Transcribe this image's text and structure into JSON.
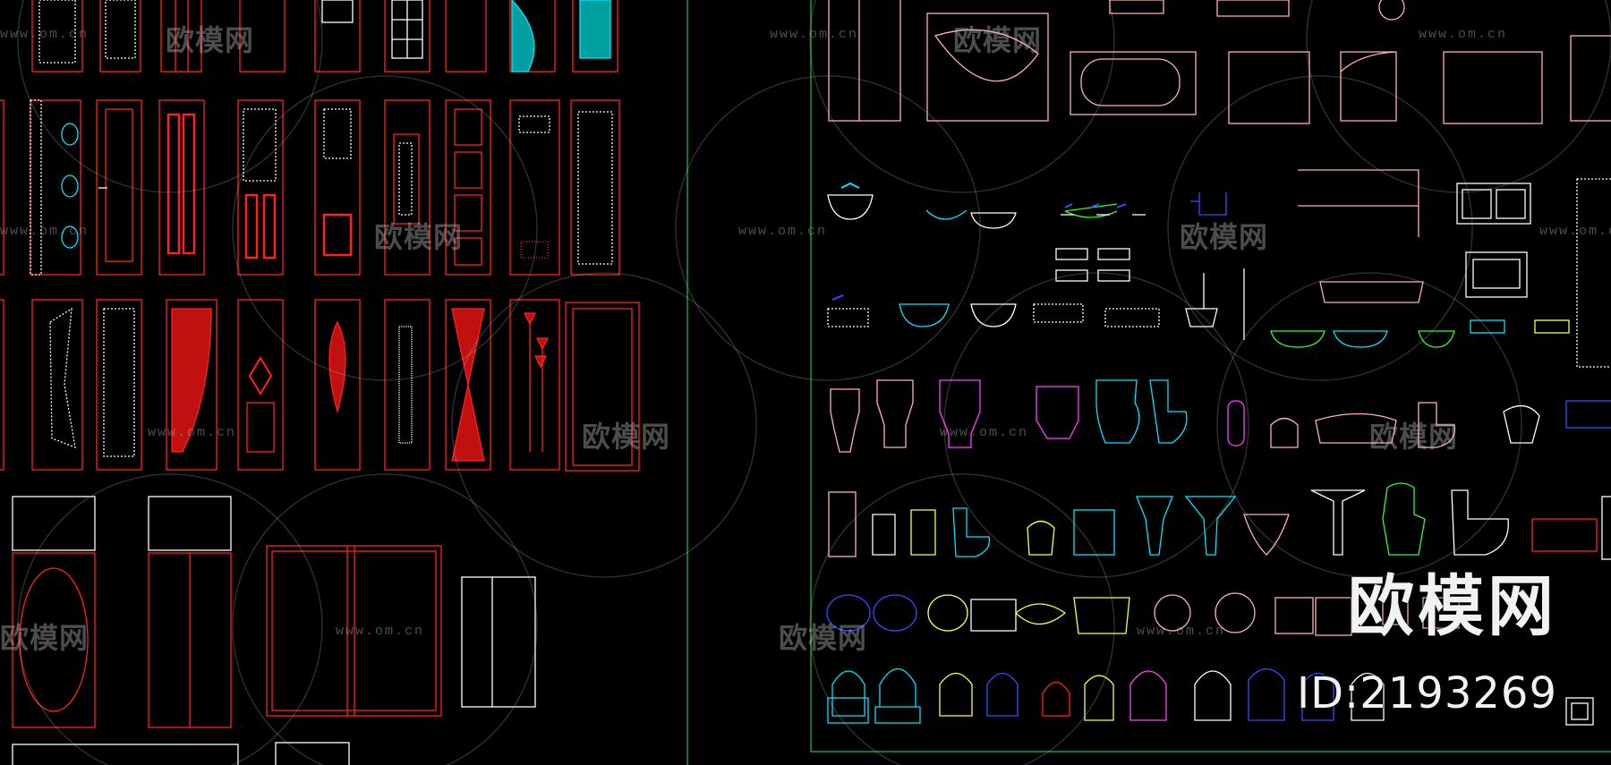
{
  "canvas": {
    "background": "#000000",
    "colors": {
      "red": "#ff2020",
      "white": "#ffffff",
      "cyan": "#00e5ff",
      "magenta": "#ff40ff",
      "yellow": "#ffff40",
      "green": "#30ff30",
      "blue": "#3050ff",
      "pink": "#ffb0b0",
      "teal": "#00b0b0",
      "border_green": "#20c040"
    }
  },
  "watermark": {
    "brand_text": "欧模网",
    "url_text": "www.om.cn"
  },
  "overlay": {
    "brand": "欧模网",
    "asset_id": "ID:2193269"
  },
  "drawing": {
    "left_panel_label": "door-elevations",
    "right_panel_label": "sanitary-fixtures",
    "icons": [
      "tap-icon",
      "toilet-icon",
      "washbasin-icon",
      "bathtub-icon",
      "shower-tray-icon"
    ]
  }
}
